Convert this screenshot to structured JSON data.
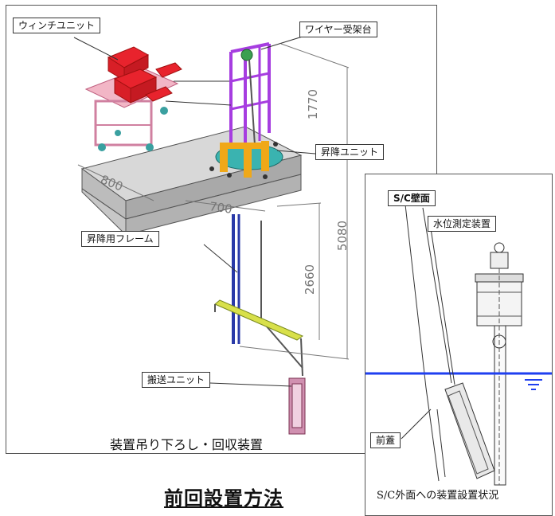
{
  "main_panel": {
    "labels": {
      "winch_unit": "ウィンチユニット",
      "wire_stand": "ワイヤー受架台",
      "lift_unit": "昇降ユニット",
      "lift_frame": "昇降用フレーム",
      "transport_unit": "搬送ユニット"
    },
    "dimensions": {
      "d1770": "1770",
      "d5080": "5080",
      "d2660": "2660",
      "d800": "800",
      "d700": "700"
    },
    "caption": "装置吊り下ろし・回収装置"
  },
  "side_panel": {
    "labels": {
      "sc_wall": "S/C壁面",
      "water_level_device": "水位測定装置",
      "front_lid": "前蓋"
    },
    "caption": "S/C外面への装置設置状況"
  },
  "page_title": "前回設置方法",
  "colors": {
    "winch_red": "#e8232d",
    "frame_purple": "#a63de0",
    "lift_orange": "#f0a818",
    "rail_blue": "#2a3aa8",
    "dimension_gray": "#777777",
    "water_blue": "#1f3ff0"
  }
}
